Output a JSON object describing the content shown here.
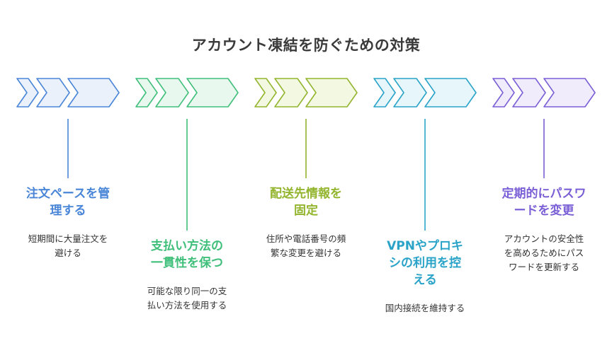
{
  "title": "アカウント凍結を防ぐための対策",
  "steps": [
    {
      "head1": "注文ペースを管",
      "head2": "理する",
      "desc1": "短期間に大量注文を",
      "desc2": "避ける",
      "color": "#4a86d8",
      "fill": "#eaf1fb"
    },
    {
      "head1": "支払い方法の",
      "head2": "一貫性を保つ",
      "desc1": "可能な限り同一の支",
      "desc2": "払い方法を使用する",
      "color": "#3fbf7a",
      "fill": "#e9f8ef"
    },
    {
      "head1": "配送先情報を",
      "head2": "固定",
      "desc1": "住所や電話番号の頻",
      "desc2": "繁な変更を避ける",
      "color": "#93b52e",
      "fill": "#f3f8e3"
    },
    {
      "head1": "VPNやプロキ",
      "head2": "シの利用を控",
      "head3": "える",
      "desc1": "国内接続を維持する",
      "color": "#2aa3c8",
      "fill": "#e6f6fb"
    },
    {
      "head1": "定期的にパスワ",
      "head2": "ードを変更",
      "desc1": "アカウントの安全性",
      "desc2": "を高めるためにパス",
      "desc3": "ワードを更新する",
      "color": "#7b5fd6",
      "fill": "#f0ecfb"
    }
  ]
}
